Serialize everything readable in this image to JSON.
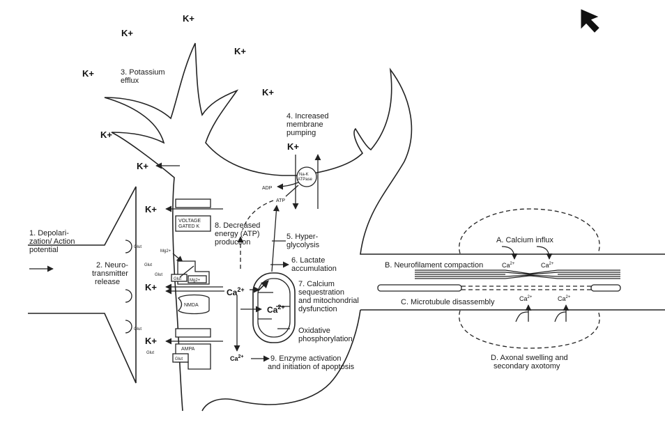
{
  "ions": {
    "k": "K+",
    "ca": "Ca",
    "ca_sup": "2+",
    "ca_small": "Ca",
    "mg": "Mg2+"
  },
  "steps": {
    "s1": [
      "1. Depolari-",
      "zation/ Action",
      "potential"
    ],
    "s2": [
      "2. Neuro-",
      "transmitter",
      "release"
    ],
    "s3": [
      "3. Potassium",
      "efflux"
    ],
    "s4": [
      "4. Increased",
      "membrane",
      "pumping"
    ],
    "s5": [
      "5. Hyper-",
      "glycolysis"
    ],
    "s6": [
      "6. Lactate",
      "accumulation"
    ],
    "s7": [
      "7. Calcium",
      "sequestration",
      "and mitochondrial",
      "dysfunction"
    ],
    "s8": [
      "8. Decreased",
      "energy (ATP)",
      "production"
    ],
    "s9": [
      "9. Enzyme activation",
      "and initiation of apoptosis"
    ],
    "oxphos": [
      "Oxidative",
      "phosphorylation"
    ]
  },
  "axon": {
    "a": "A. Calcium influx",
    "b": "B. Neurofilament compaction",
    "c": "C. Microtubule disassembly",
    "d": [
      "D. Axonal swelling and",
      "secondary axotomy"
    ]
  },
  "channels": {
    "voltage_gated_k": [
      "VOLTAGE",
      "GATED K"
    ],
    "nmda": "NMDA",
    "ampa": "AMPA",
    "glut": "Glut",
    "mg": "Mg2+",
    "pump": [
      "Na-K",
      "ATPase"
    ],
    "adp": "ADP",
    "atp": "ATP"
  }
}
